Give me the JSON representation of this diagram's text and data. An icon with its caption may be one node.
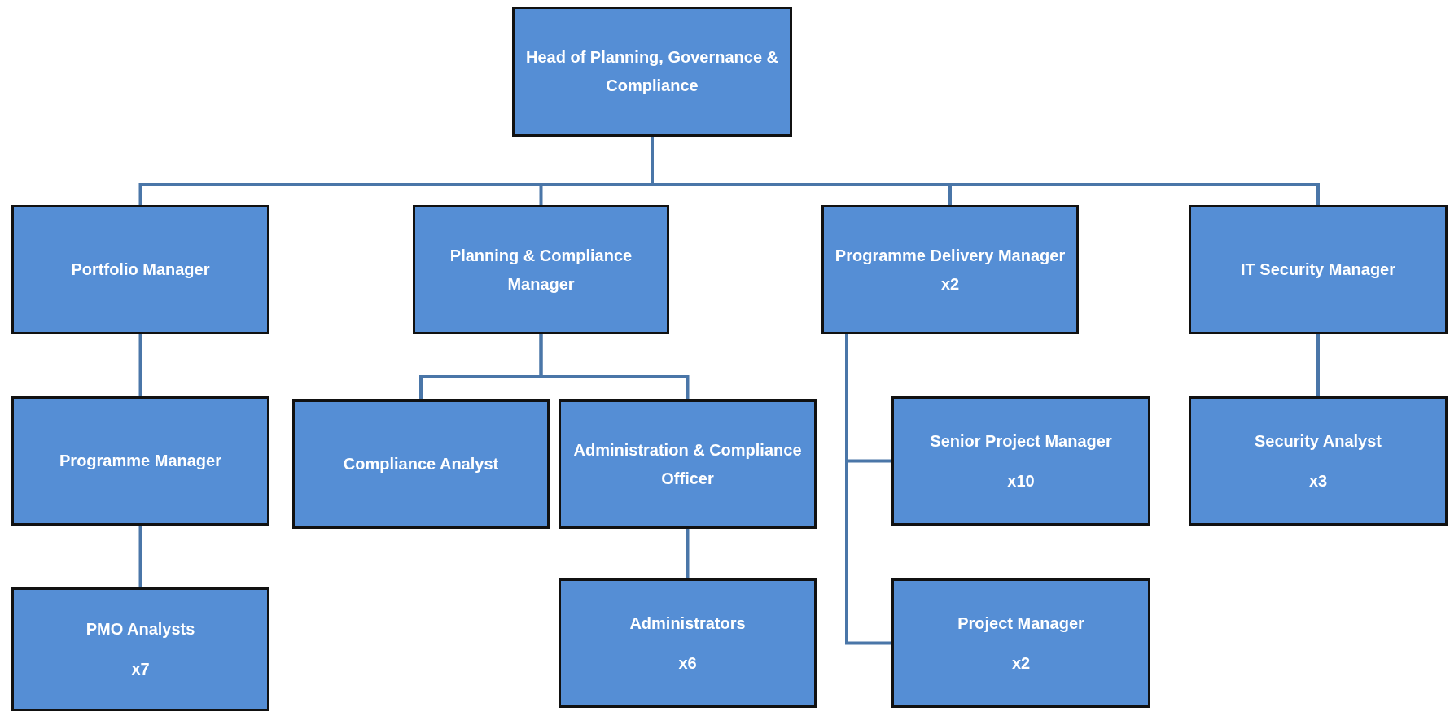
{
  "diagram": {
    "nodes": [
      {
        "text": [
          "Head of Planning, Governance & Compliance"
        ]
      },
      {
        "text": [
          "Portfolio Manager"
        ]
      },
      {
        "text": [
          "Planning & Compliance Manager"
        ]
      },
      {
        "text": [
          "Programme Delivery Manager x2"
        ]
      },
      {
        "text": [
          "IT Security Manager"
        ]
      },
      {
        "text": [
          "Programme Manager"
        ]
      },
      {
        "text": [
          "Compliance Analyst"
        ]
      },
      {
        "text": [
          "Administration & Compliance Officer"
        ]
      },
      {
        "text": [
          "Senior Project Manager",
          "x10"
        ]
      },
      {
        "text": [
          "Security Analyst",
          "x3"
        ]
      },
      {
        "text": [
          "PMO Analysts",
          "x7"
        ]
      },
      {
        "text": [
          "Administrators",
          "x6"
        ]
      },
      {
        "text": [
          "Project Manager",
          "x2"
        ]
      }
    ],
    "edges": [
      {
        "from": 0,
        "to": 1,
        "arrow": "none"
      },
      {
        "from": 0,
        "to": 2,
        "arrow": "none"
      },
      {
        "from": 0,
        "to": 3,
        "arrow": "none"
      },
      {
        "from": 0,
        "to": 4,
        "arrow": "none"
      },
      {
        "from": 1,
        "to": 5,
        "arrow": "none"
      },
      {
        "from": 5,
        "to": 10,
        "arrow": "none"
      },
      {
        "from": 2,
        "to": 6,
        "arrow": "none"
      },
      {
        "from": 2,
        "to": 7,
        "arrow": "none"
      },
      {
        "from": 7,
        "to": 11,
        "arrow": "none"
      },
      {
        "from": 3,
        "to": 8,
        "arrow": "none"
      },
      {
        "from": 3,
        "to": 12,
        "arrow": "none"
      },
      {
        "from": 4,
        "to": 9,
        "arrow": "none"
      }
    ]
  }
}
